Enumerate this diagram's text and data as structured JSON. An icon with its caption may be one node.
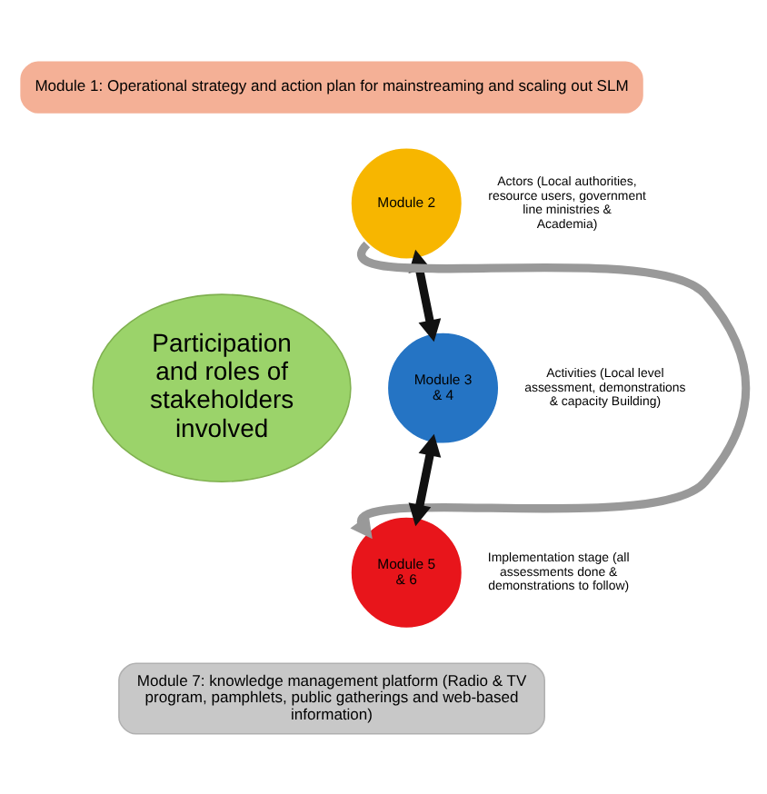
{
  "diagram": {
    "nodes": [
      {
        "text": [
          "Module 1: Operational strategy and action plan for mainstreaming and scaling out SLM"
        ]
      },
      {
        "text": [
          "Participation and roles of stakeholders involved"
        ]
      },
      {
        "text": [
          "Module 2"
        ],
        "beside": [
          "Actors (Local authorities, resource users, government line ministries & Academia)"
        ]
      },
      {
        "text": [
          "Module 3 & 4"
        ],
        "beside": [
          "Activities (Local level assessment, demonstrations & capacity Building)"
        ]
      },
      {
        "text": [
          "Module 5 & 6"
        ],
        "beside": [
          "Implementation stage (all assessments done & demonstrations to follow)"
        ]
      },
      {
        "text": [
          "Module 7: knowledge management platform (Radio & TV program, pamphlets, public gatherings and web-based information)"
        ]
      }
    ],
    "edges": [
      {
        "from": 2,
        "to": 3,
        "arrow": "both"
      },
      {
        "from": 3,
        "to": 4,
        "arrow": "both"
      },
      {
        "from": 2,
        "to": 4,
        "arrow": "to",
        "color": "#999999"
      }
    ]
  }
}
